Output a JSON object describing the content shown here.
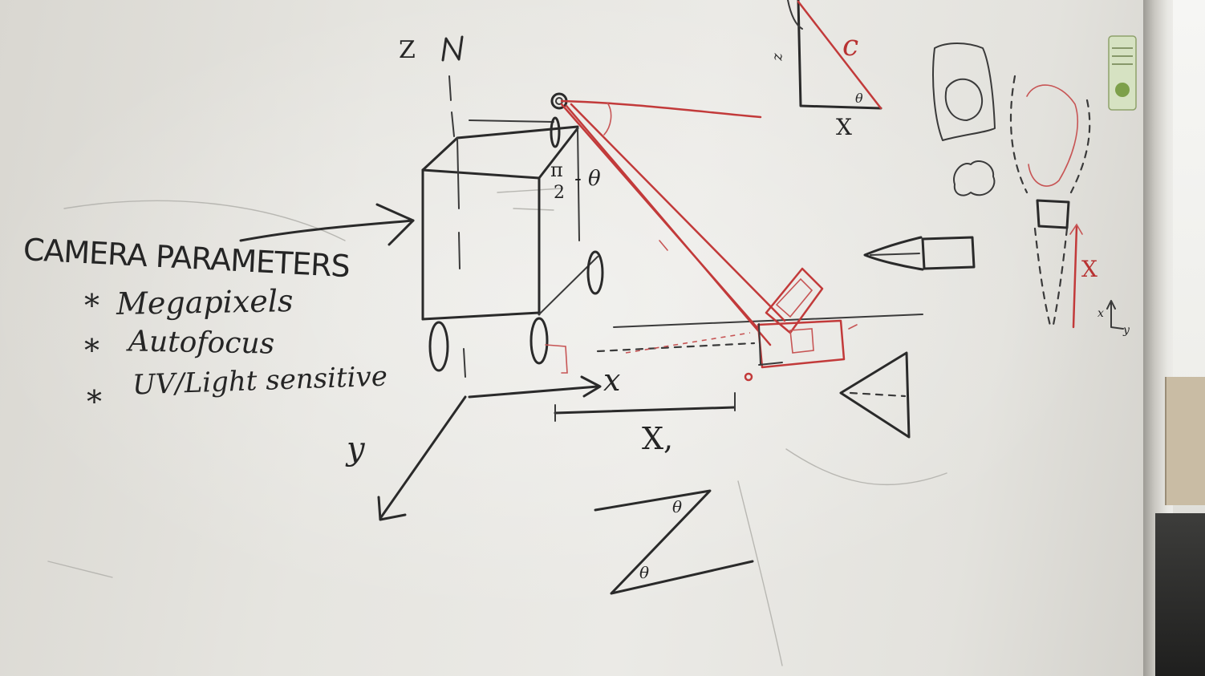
{
  "notes": {
    "heading": "CAMERA PARAMETERS",
    "bullets": [
      "Megapixels",
      "Autofocus",
      "UV/Light sensitive"
    ],
    "bullet_mark": "*"
  },
  "axes": {
    "z": "Z",
    "x": "x",
    "y": "y"
  },
  "labels": {
    "angle_fraction_top": "π",
    "angle_fraction_bottom": "2",
    "angle_minus_theta": "- θ",
    "distance_x1": "X,",
    "triangle_side_c": "c",
    "triangle_side_z": "z",
    "triangle_side_x": "X",
    "triangle_theta": "θ",
    "z_shape_theta_top": "θ",
    "z_shape_theta_bottom": "θ",
    "right_sketch_x": "X",
    "small_axes_x": "x",
    "small_axes_y": "y"
  },
  "colors": {
    "board": "#e6e5e0",
    "black_marker": "#2a2a2a",
    "red_marker": "#c23a3a"
  }
}
